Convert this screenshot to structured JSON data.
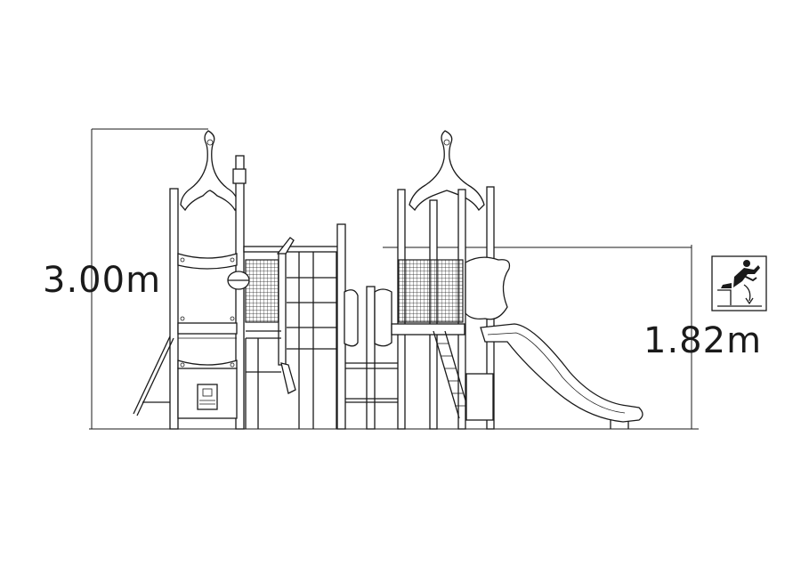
{
  "dimensions": {
    "total_height": "3.00m",
    "fall_height": "1.82m"
  },
  "icons": {
    "fall_height_icon": "free-fall-pictogram"
  },
  "colors": {
    "line": "#1a1a1a",
    "background": "#ffffff"
  }
}
